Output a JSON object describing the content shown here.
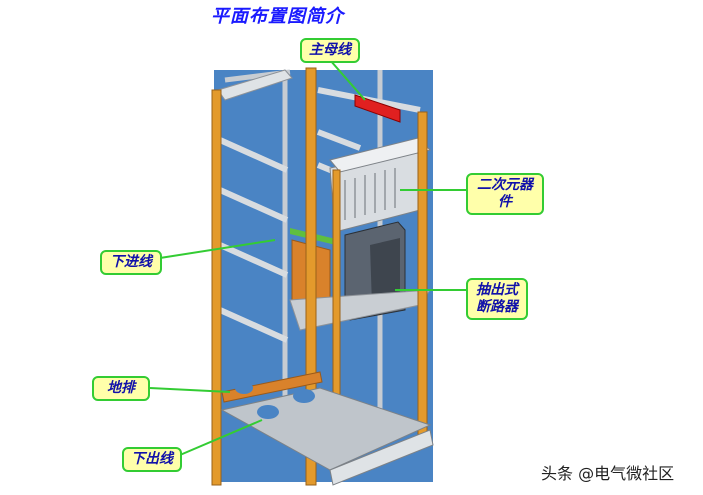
{
  "title": "平面布置图简介",
  "labels": {
    "main_busbar": "主母线",
    "secondary_components_line1": "二次元器",
    "secondary_components_line2": "件",
    "incoming_line": "下进线",
    "drawout_breaker_line1": "抽出式",
    "drawout_breaker_line2": "断路器",
    "ground_bar": "地排",
    "outgoing_line": "下出线"
  },
  "watermark": "头条 @电气微社区",
  "colors": {
    "background_panel": "#4a84c4",
    "frame_orange": "#e39a2c",
    "callout_fill": "#ffffaa",
    "callout_border": "#33cc33",
    "label_text": "#1111aa",
    "busbar_red": "#e02020"
  }
}
